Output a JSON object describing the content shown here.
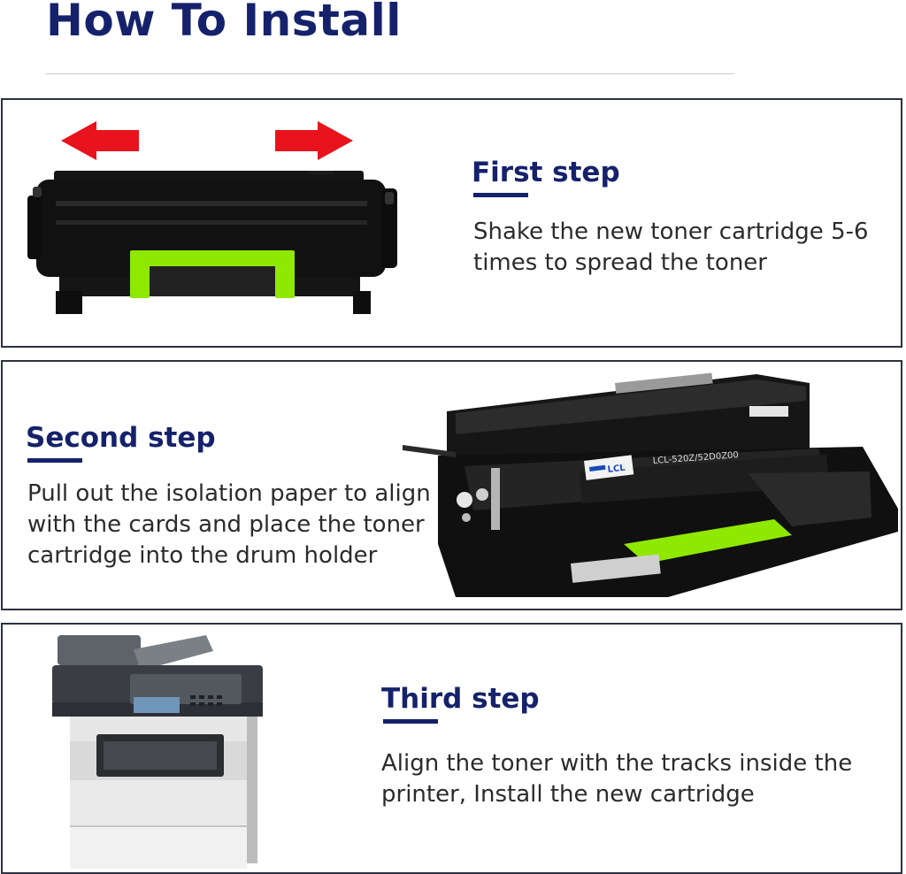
{
  "header": {
    "title": "How To Install"
  },
  "steps": [
    {
      "heading": "First step",
      "text": "Shake the new toner cartridge 5-6 times to spread the toner"
    },
    {
      "heading": "Second step",
      "text": "Pull out the isolation paper to align with the cards and place the toner cartridge into the drum holder"
    },
    {
      "heading": "Third step",
      "text": "Align the toner with the tracks inside the printer, Install the new cartridge"
    }
  ],
  "drum_label": "LCL-520Z/52D0Z00",
  "brand_logo": "LCL",
  "icons": {
    "arrow_left": "arrow-left-icon",
    "arrow_right": "arrow-right-icon"
  },
  "colors": {
    "heading": "#15226b",
    "arrow": "#e8131c",
    "accent_green": "#8fe800",
    "panel_border": "#2c3140"
  }
}
